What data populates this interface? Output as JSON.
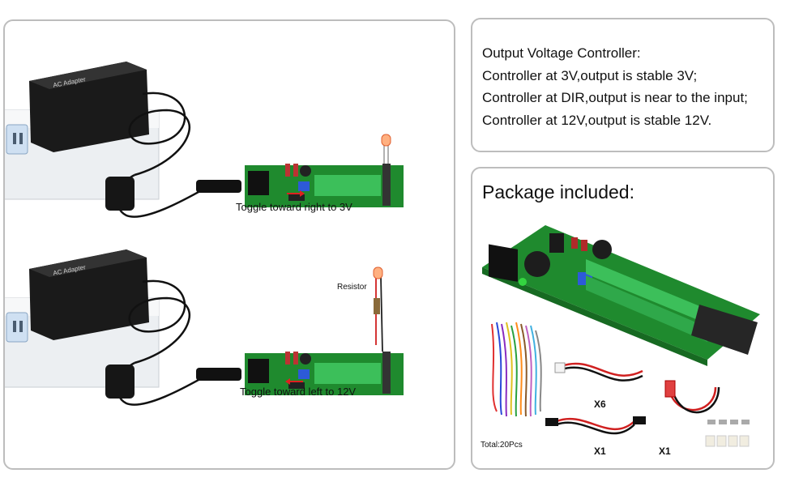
{
  "spec": {
    "title": "Output Voltage Controller:",
    "line1": "Controller at 3V,output is stable 3V;",
    "line2": "Controller at DIR,output is near to the input;",
    "line3": "Controller at 12V,output is stable 12V."
  },
  "left": {
    "adapter_label": "AC Adapter",
    "caption_top": "Toggle toward right to 3V",
    "caption_bottom": "Toggle toward left to 12V",
    "resistor_label": "Resistor"
  },
  "package": {
    "title": "Package included:",
    "wires_total": "Total:20Pcs",
    "qty_cable_2pin": "X6",
    "qty_cable_plug": "X1",
    "qty_cable_jst": "X1"
  },
  "colors": {
    "panel_border": "#bdbdbd",
    "pcb_green": "#1f8a2e",
    "terminal_green": "#3cbf5a",
    "adapter_black": "#1a1a1a",
    "arrow_red": "#e02020"
  }
}
